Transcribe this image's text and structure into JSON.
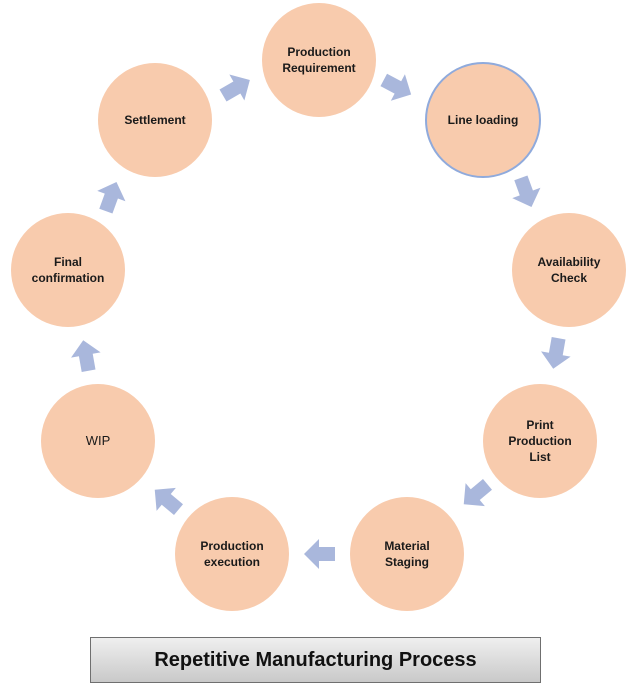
{
  "colors": {
    "node_fill": "#F8CBAD",
    "node_outline_highlight": "#8FAADC",
    "arrow_fill": "#A9B7DC",
    "text": "#1a1a1a"
  },
  "nodes": [
    {
      "id": "production-requirement",
      "lines": [
        "Production",
        "Requirement"
      ],
      "highlight": false,
      "bold": true
    },
    {
      "id": "line-loading",
      "lines": [
        "Line loading"
      ],
      "highlight": true,
      "bold": true
    },
    {
      "id": "availability-check",
      "lines": [
        "Availability",
        "Check"
      ],
      "highlight": false,
      "bold": true
    },
    {
      "id": "print-production-list",
      "lines": [
        "Print",
        "Production",
        "List"
      ],
      "highlight": false,
      "bold": true
    },
    {
      "id": "material-staging",
      "lines": [
        "Material",
        "Staging"
      ],
      "highlight": false,
      "bold": true
    },
    {
      "id": "production-execution",
      "lines": [
        "Production",
        "execution"
      ],
      "highlight": false,
      "bold": true
    },
    {
      "id": "wip",
      "lines": [
        "WIP"
      ],
      "highlight": false,
      "bold": false
    },
    {
      "id": "final-confirmation",
      "lines": [
        "Final",
        "confirmation"
      ],
      "highlight": false,
      "bold": true
    },
    {
      "id": "settlement",
      "lines": [
        "Settlement"
      ],
      "highlight": false,
      "bold": true
    }
  ],
  "arrow_icon": "block-arrow-icon",
  "title": "Repetitive Manufacturing Process"
}
